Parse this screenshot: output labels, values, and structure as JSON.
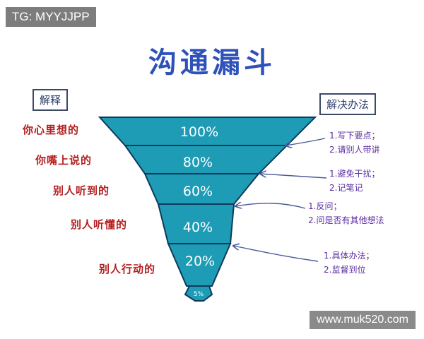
{
  "watermark_top": "TG: MYYJJPP",
  "watermark_bottom": "www.muk520.com",
  "title": "沟通漏斗",
  "left_header": "解释",
  "right_header": "解决办法",
  "levels": [
    {
      "percent": "100%",
      "value": 100,
      "explanation": "你心里想的"
    },
    {
      "percent": "80%",
      "value": 80,
      "explanation": "你嘴上说的"
    },
    {
      "percent": "60%",
      "value": 60,
      "explanation": "别人听到的"
    },
    {
      "percent": "40%",
      "value": 40,
      "explanation": "别人听懂的"
    },
    {
      "percent": "20%",
      "value": 20,
      "explanation": "别人行动的"
    }
  ],
  "bottom_percent": "5%",
  "solutions": [
    {
      "line1": "1.写下要点；",
      "line2": "2.请别人带讲"
    },
    {
      "line1": "1.避免干扰；",
      "line2": "2.记笔记"
    },
    {
      "line1": "1.反问；",
      "line2": "2.问是否有其他想法"
    },
    {
      "line1": "1.具体办法；",
      "line2": "2.监督到位"
    }
  ],
  "colors": {
    "title": "#2e52b8",
    "funnel_fill": "#1e9bb5",
    "funnel_stroke": "#0f3a5a",
    "explanation_text": "#b31f1f",
    "solution_text": "#5a2ca0",
    "arrow": "#4a5a9a"
  }
}
